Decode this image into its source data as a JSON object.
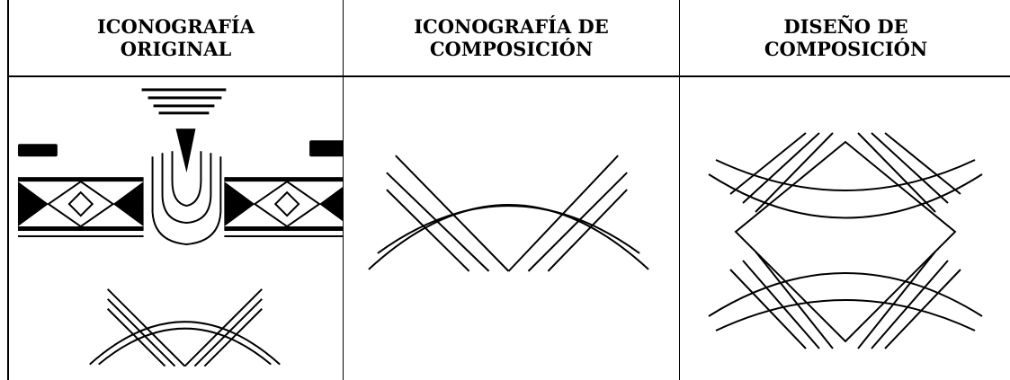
{
  "table": {
    "headers": [
      "ICONOGRAFÍA\nORIGINAL",
      "ICONOGRAFÍA DE\nCOMPOSICIÓN",
      "DISEÑO DE\nCOMPOSICIÓN"
    ]
  },
  "colors": {
    "ink": "#000000",
    "background": "#ffffff"
  }
}
